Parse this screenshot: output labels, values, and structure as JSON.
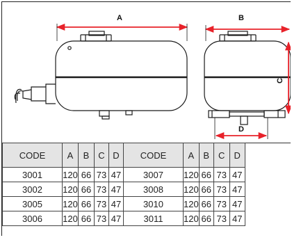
{
  "drawing": {
    "dimension_labels": {
      "a": "A",
      "b": "B",
      "c": "C",
      "d": "D"
    },
    "colors": {
      "dimension": "#e8222a",
      "outline": "#1a1a1a",
      "header_bg": "#e4e4e4"
    }
  },
  "table": {
    "headers": [
      "CODE",
      "A",
      "B",
      "C",
      "D",
      "CODE",
      "A",
      "B",
      "C",
      "D"
    ],
    "rows": [
      [
        "3001",
        "120",
        "66",
        "73",
        "47",
        "3007",
        "120",
        "66",
        "73",
        "47"
      ],
      [
        "3002",
        "120",
        "66",
        "73",
        "47",
        "3008",
        "120",
        "66",
        "73",
        "47"
      ],
      [
        "3005",
        "120",
        "66",
        "73",
        "47",
        "3010",
        "120",
        "66",
        "73",
        "47"
      ],
      [
        "3006",
        "120",
        "66",
        "73",
        "47",
        "3011",
        "120",
        "66",
        "73",
        "47"
      ]
    ]
  }
}
